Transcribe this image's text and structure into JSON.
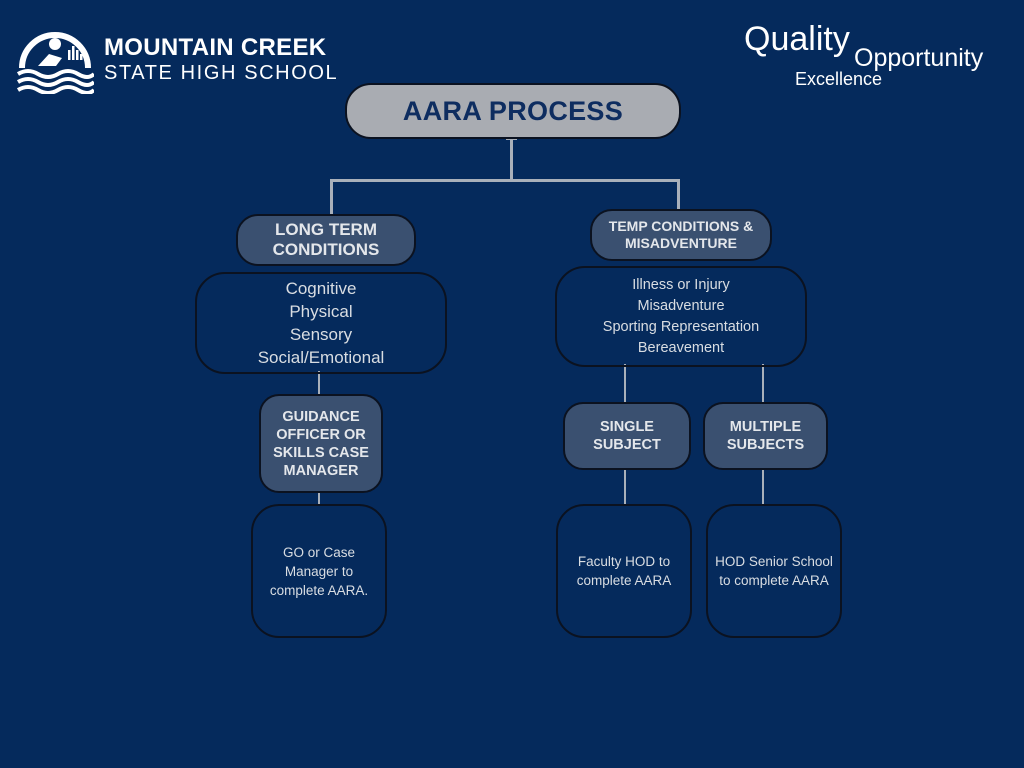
{
  "header": {
    "school_name": "MOUNTAIN CREEK",
    "school_subtitle": "STATE HIGH SCHOOL",
    "logo_icon": "school-crest-icon",
    "motto": [
      "Quality",
      "Opportunity",
      "Excellence"
    ]
  },
  "colors": {
    "background": "#052A5C",
    "title_box": "#A9ACB2",
    "category_box": "#3A5070",
    "connector": "#A9B0BA"
  },
  "diagram": {
    "title": "AARA PROCESS",
    "long_term": {
      "label": "LONG TERM CONDITIONS",
      "items": [
        "Cognitive",
        "Physical",
        "Sensory",
        "Social/Emotional"
      ],
      "responsible": "GUIDANCE OFFICER OR SKILLS CASE MANAGER",
      "action": "GO or Case Manager to complete AARA."
    },
    "temp": {
      "label": "TEMP CONDITIONS & MISADVENTURE",
      "items": [
        "Illness or Injury",
        "Misadventure",
        "Sporting Representation",
        "Bereavement"
      ],
      "single_subject": {
        "label": "SINGLE SUBJECT",
        "action": "Faculty HOD to complete AARA"
      },
      "multiple_subjects": {
        "label": "MULTIPLE SUBJECTS",
        "action": "HOD Senior School to complete AARA"
      }
    }
  }
}
